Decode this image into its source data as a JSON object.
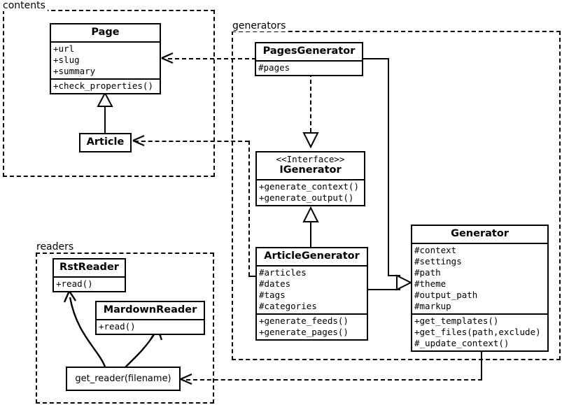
{
  "diagram": {
    "title": "UML class diagram",
    "stroke_color": "#000000",
    "background_color": "#ffffff"
  },
  "packages": [
    {
      "id": "contents",
      "label": "contents"
    },
    {
      "id": "generators",
      "label": "generators"
    },
    {
      "id": "readers",
      "label": "readers"
    }
  ],
  "classes": {
    "page": {
      "name": "Page",
      "attributes": [
        "+url",
        "+slug",
        "+summary"
      ],
      "methods": [
        "+check_properties()"
      ]
    },
    "article": {
      "name": "Article",
      "attributes": [],
      "methods": []
    },
    "pages_generator": {
      "name": "PagesGenerator",
      "attributes": [
        "#pages"
      ],
      "methods": []
    },
    "igenerator": {
      "stereotype": "<<Interface>>",
      "name": "IGenerator",
      "attributes": [],
      "methods": [
        "+generate_context()",
        "+generate_output()"
      ]
    },
    "article_generator": {
      "name": "ArticleGenerator",
      "attributes": [
        "#articles",
        "#dates",
        "#tags",
        "#categories"
      ],
      "methods": [
        "+generate_feeds()",
        "+generate_pages()"
      ]
    },
    "generator": {
      "name": "Generator",
      "attributes": [
        "#context",
        "#settings",
        "#path",
        "#theme",
        "#output_path",
        "#markup"
      ],
      "methods": [
        "+get_templates()",
        "+get_files(path,exclude)",
        "#_update_context()"
      ]
    },
    "rst_reader": {
      "name": "RstReader",
      "attributes": [],
      "methods": [
        "+read()"
      ]
    },
    "markdown_reader": {
      "name": "MardownReader",
      "attributes": [],
      "methods": [
        "+read()"
      ]
    },
    "get_reader": {
      "name": "get_reader(filename)"
    }
  },
  "relationships": [
    {
      "id": "article-inherits-page",
      "type": "generalization",
      "from": "Article",
      "to": "Page"
    },
    {
      "id": "pagesgenerator-realizes-igenerator",
      "type": "realization",
      "from": "PagesGenerator",
      "to": "IGenerator"
    },
    {
      "id": "articlegenerator-realizes-igenerator",
      "type": "realization",
      "from": "ArticleGenerator",
      "to": "IGenerator"
    },
    {
      "id": "pagesgenerator-inherits-generator",
      "type": "generalization",
      "from": "PagesGenerator",
      "to": "Generator"
    },
    {
      "id": "articlegenerator-inherits-generator",
      "type": "generalization",
      "from": "ArticleGenerator",
      "to": "Generator"
    },
    {
      "id": "pagesgenerator-depends-page",
      "type": "dependency",
      "from": "PagesGenerator",
      "to": "Page"
    },
    {
      "id": "articlegenerator-depends-article",
      "type": "dependency",
      "from": "ArticleGenerator",
      "to": "Article"
    },
    {
      "id": "generator-depends-getreader",
      "type": "dependency",
      "from": "Generator",
      "to": "get_reader(filename)"
    },
    {
      "id": "getreader-returns-rstreader",
      "type": "association",
      "from": "get_reader(filename)",
      "to": "RstReader"
    },
    {
      "id": "getreader-returns-markdownreader",
      "type": "association",
      "from": "get_reader(filename)",
      "to": "MardownReader"
    }
  ]
}
